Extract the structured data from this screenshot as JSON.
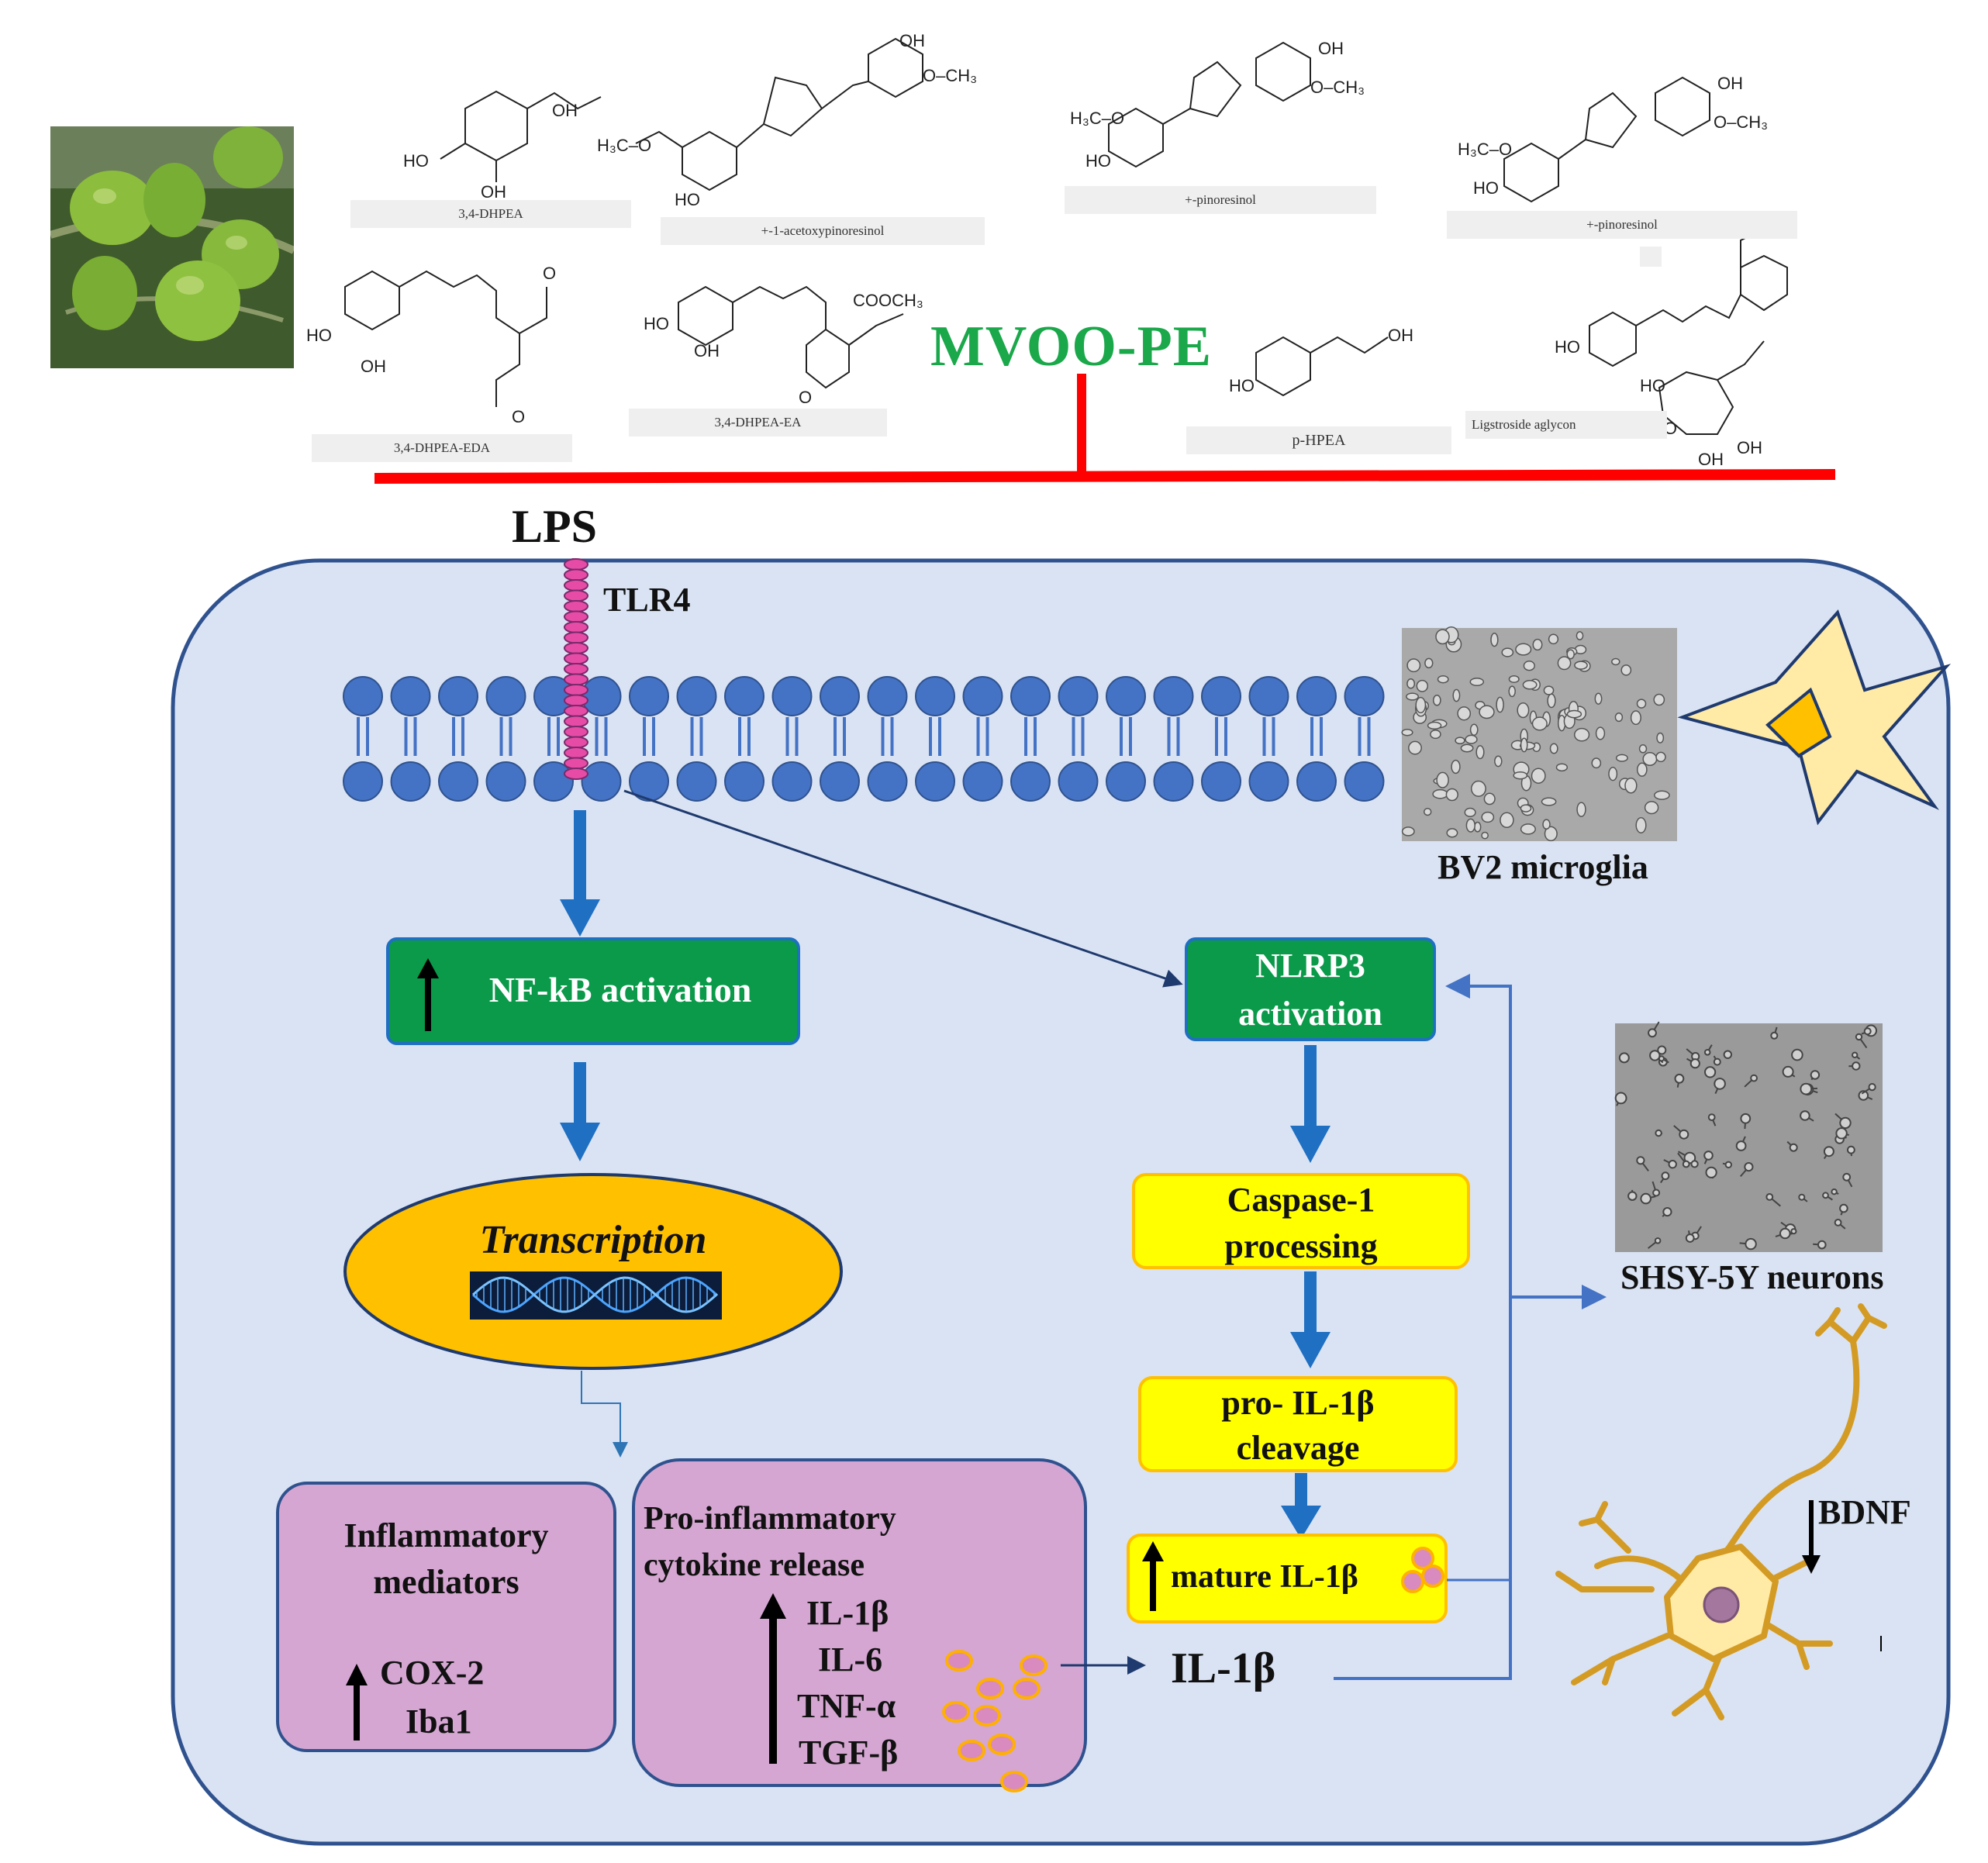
{
  "title": "MVOO-PE",
  "compounds": [
    {
      "name": "3,4-DHPEA"
    },
    {
      "name": "+-1-acetoxypinoresinol"
    },
    {
      "name": "+-pinoresinol"
    },
    {
      "name": "+-pinoresinol"
    },
    {
      "name": "3,4-DHPEA-EDA"
    },
    {
      "name": "3,4-DHPEA-EA"
    },
    {
      "name": "p-HPEA"
    },
    {
      "name": "Ligstroside aglycon"
    }
  ],
  "labels": {
    "lps": "LPS",
    "tlr4": "TLR4",
    "bv2": "BV2 microglia",
    "shsy": "SHSY-5Y neurons",
    "bdnf": "BDNF",
    "il1b_out": "IL-1β"
  },
  "boxes": {
    "nfkb": "NF-kB activation",
    "nlrp3_line1": "NLRP3",
    "nlrp3_line2": "activation",
    "transcription": "Transcription",
    "caspase_line1": "Caspase-1",
    "caspase_line2": "processing",
    "proil_line1": "pro- IL-1β",
    "proil_line2": "cleavage",
    "mature": "mature IL-1β",
    "inflam_line1": "Inflammatory",
    "inflam_line2": "mediators",
    "inflam_items": [
      "COX-2",
      "Iba1"
    ],
    "cyto_line1": "Pro-inflammatory",
    "cyto_line2": "cytokine release",
    "cyto_items": [
      "IL-1β",
      "IL-6",
      "TNF-α",
      "TGF-β"
    ]
  },
  "colors": {
    "green_box": "#0a9a4a",
    "yellow_box": "#ffff00",
    "orange": "#ffc000",
    "pink_box": "#d5a6d2",
    "cell_bg": "#dae3f3",
    "red_line": "#ff0000",
    "blue_arrow": "#1f6fc2",
    "lipid": "#4472c4",
    "title_green": "#1aa84a"
  }
}
